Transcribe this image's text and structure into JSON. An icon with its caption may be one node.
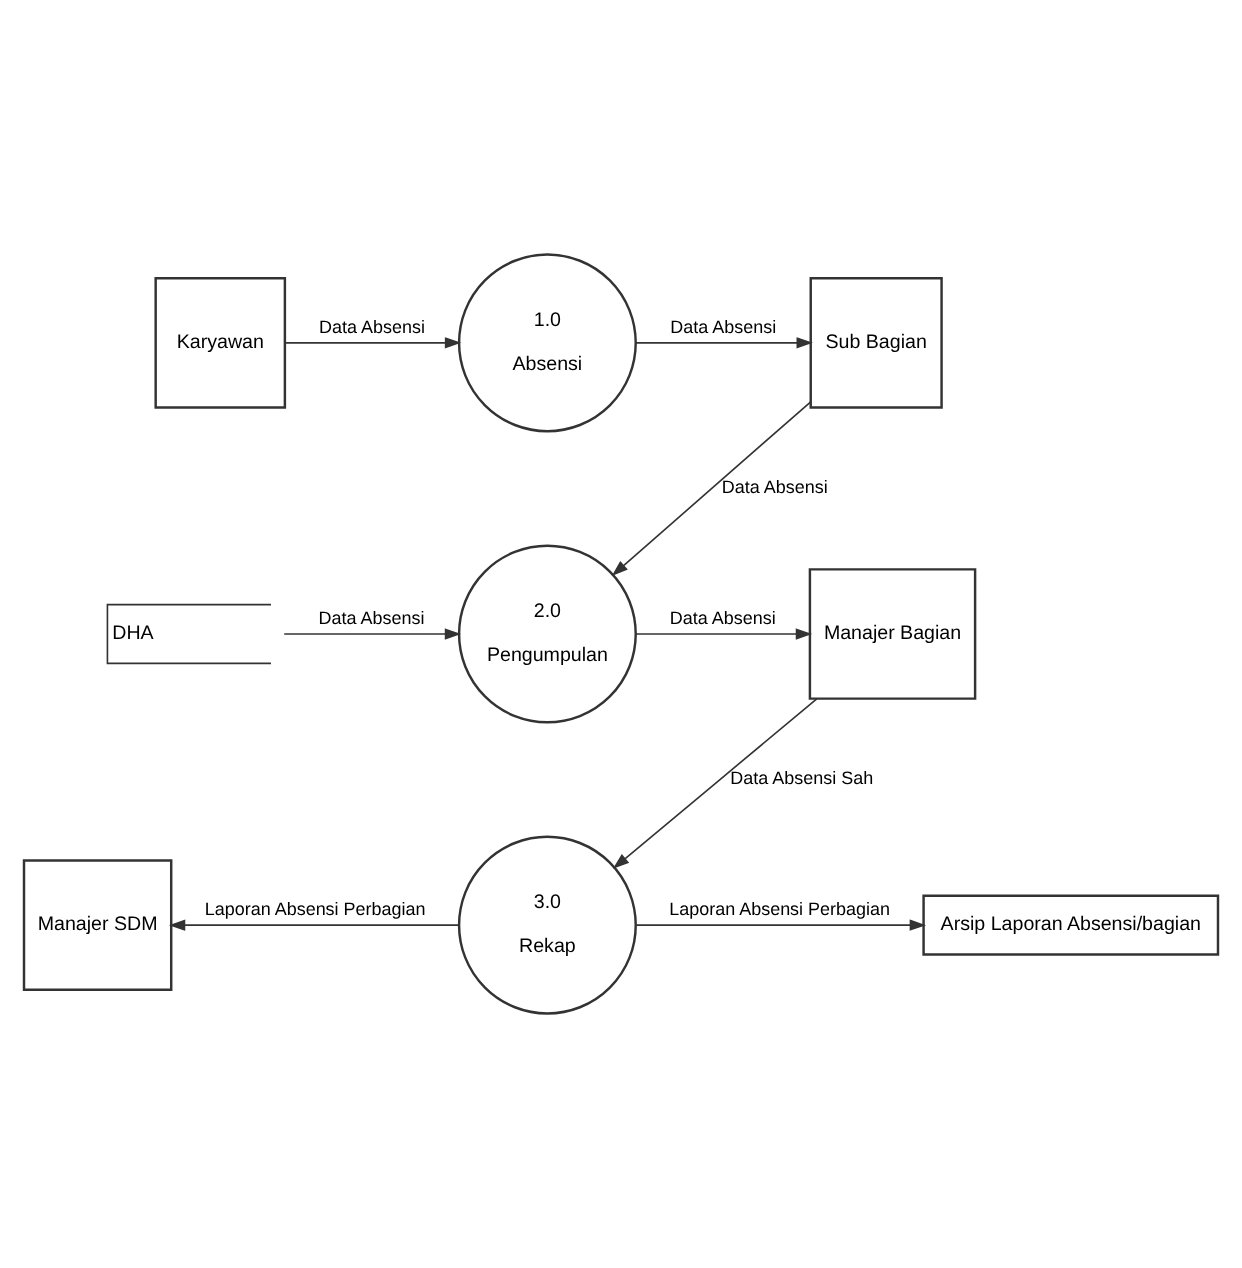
{
  "diagram": {
    "nodes": [
      {
        "text": [
          "Karyawan"
        ]
      },
      {
        "text": [
          "1.0",
          "Absensi"
        ]
      },
      {
        "text": [
          "Sub Bagian"
        ]
      },
      {
        "text": [
          "DHA"
        ]
      },
      {
        "text": [
          "2.0",
          "Pengumpulan"
        ]
      },
      {
        "text": [
          "Manajer Bagian"
        ]
      },
      {
        "text": [
          "Manajer SDM"
        ]
      },
      {
        "text": [
          "3.0",
          "Rekap"
        ]
      },
      {
        "text": [
          "Arsip Laporan Absensi/bagian"
        ]
      }
    ],
    "edges": [
      {
        "from": 0,
        "to": 1,
        "arrow": "to",
        "label": "Data Absensi"
      },
      {
        "from": 1,
        "to": 2,
        "arrow": "to",
        "label": "Data Absensi"
      },
      {
        "from": 2,
        "to": 4,
        "arrow": "to",
        "label": "Data Absensi"
      },
      {
        "from": 3,
        "to": 4,
        "arrow": "to",
        "label": "Data Absensi"
      },
      {
        "from": 4,
        "to": 5,
        "arrow": "to",
        "label": "Data Absensi"
      },
      {
        "from": 5,
        "to": 7,
        "arrow": "to",
        "label": "Data Absensi Sah"
      },
      {
        "from": 7,
        "to": 6,
        "arrow": "to",
        "label": "Laporan Absensi Perbagian"
      },
      {
        "from": 7,
        "to": 8,
        "arrow": "to",
        "label": "Laporan Absensi Perbagian"
      }
    ]
  }
}
